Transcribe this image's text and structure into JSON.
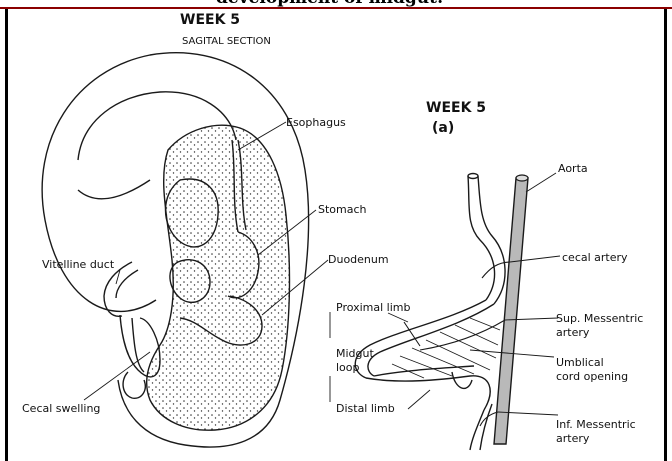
{
  "header": {
    "title": "development of midgut:"
  },
  "panel_left": {
    "title": "WEEK 5",
    "subtitle": "SAGITAL SECTION",
    "labels": {
      "esophagus": "Esophagus",
      "stomach": "Stomach",
      "duodenum": "Duodenum",
      "vitelline_duct": "Vitelline duct",
      "cecal_swelling": "Cecal swelling"
    }
  },
  "panel_right": {
    "title": "WEEK 5",
    "subtitle": "(a)",
    "labels": {
      "aorta": "Aorta",
      "cecal_artery": "cecal artery",
      "proximal_limb": "Proximal limb",
      "sup_mesenteric_1": "Sup. Messentric",
      "sup_mesenteric_2": "artery",
      "midgut_1": "Midgut",
      "midgut_2": "loop",
      "umbilical_1": "Umblical",
      "umbilical_2": "cord opening",
      "distal_limb": "Distal limb",
      "inf_mesenteric_1": "Inf. Messentric",
      "inf_mesenteric_2": "artery"
    }
  },
  "colors": {
    "header_rule": "#8b0000",
    "ink": "#1a1a1a",
    "aorta_fill": "#b9b9b9"
  }
}
